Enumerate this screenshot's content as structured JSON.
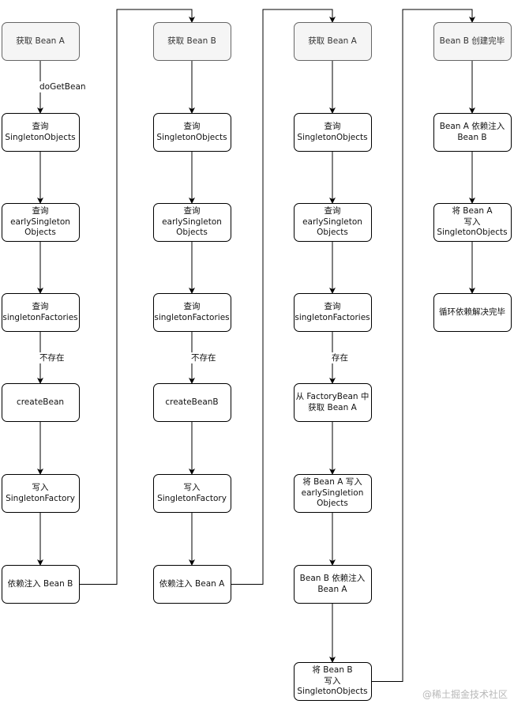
{
  "diagram": {
    "columns": [
      {
        "id": "col1",
        "nodes": [
          {
            "id": "c1n1",
            "label": "获取 Bean A",
            "kind": "start"
          },
          {
            "id": "c1n2",
            "label": "查询\nSingletonObjects",
            "kind": "process"
          },
          {
            "id": "c1n3",
            "label": "查询\nearlySingleton\nObjects",
            "kind": "process"
          },
          {
            "id": "c1n4",
            "label": "查询\nsingletonFactories",
            "kind": "process"
          },
          {
            "id": "c1n5",
            "label": "createBean",
            "kind": "process"
          },
          {
            "id": "c1n6",
            "label": "写入\nSingletonFactory",
            "kind": "process"
          },
          {
            "id": "c1n7",
            "label": "依赖注入 Bean B",
            "kind": "process"
          }
        ]
      },
      {
        "id": "col2",
        "nodes": [
          {
            "id": "c2n1",
            "label": "获取 Bean B",
            "kind": "start"
          },
          {
            "id": "c2n2",
            "label": "查询\nSingletonObjects",
            "kind": "process"
          },
          {
            "id": "c2n3",
            "label": "查询\nearlySingleton\nObjects",
            "kind": "process"
          },
          {
            "id": "c2n4",
            "label": "查询\nsingletonFactories",
            "kind": "process"
          },
          {
            "id": "c2n5",
            "label": "createBeanB",
            "kind": "process"
          },
          {
            "id": "c2n6",
            "label": "写入\nSingletonFactory",
            "kind": "process"
          },
          {
            "id": "c2n7",
            "label": "依赖注入 Bean A",
            "kind": "process"
          }
        ]
      },
      {
        "id": "col3",
        "nodes": [
          {
            "id": "c3n1",
            "label": "获取 Bean A",
            "kind": "start"
          },
          {
            "id": "c3n2",
            "label": "查询\nSingletonObjects",
            "kind": "process"
          },
          {
            "id": "c3n3",
            "label": "查询\nearlySingleton\nObjects",
            "kind": "process"
          },
          {
            "id": "c3n4",
            "label": "查询\nsingletonFactories",
            "kind": "process"
          },
          {
            "id": "c3n5",
            "label": "从 FactoryBean 中\n获取 Bean A",
            "kind": "process"
          },
          {
            "id": "c3n6",
            "label": "将 Bean A 写入\nearlySingletion\nObjects",
            "kind": "process"
          },
          {
            "id": "c3n7",
            "label": "Bean B 依赖注入\nBean A",
            "kind": "process"
          },
          {
            "id": "c3n8",
            "label": "将 Bean B\n写入\nSingletonObjects",
            "kind": "process"
          }
        ]
      },
      {
        "id": "col4",
        "nodes": [
          {
            "id": "c4n1",
            "label": "Bean B 创建完毕",
            "kind": "start"
          },
          {
            "id": "c4n2",
            "label": "Bean A 依赖注入\nBean B",
            "kind": "process"
          },
          {
            "id": "c4n3",
            "label": "将 Bean A\n写入\nSingletonObjects",
            "kind": "process"
          },
          {
            "id": "c4n4",
            "label": "循环依赖解决完毕",
            "kind": "process"
          }
        ]
      }
    ],
    "edges": [
      {
        "from": "c1n1",
        "to": "c1n2",
        "label": "doGetBean"
      },
      {
        "from": "c1n2",
        "to": "c1n3"
      },
      {
        "from": "c1n3",
        "to": "c1n4"
      },
      {
        "from": "c1n4",
        "to": "c1n5",
        "label": "不存在"
      },
      {
        "from": "c1n5",
        "to": "c1n6"
      },
      {
        "from": "c1n6",
        "to": "c1n7"
      },
      {
        "from": "c1n7",
        "to": "c2n1"
      },
      {
        "from": "c2n1",
        "to": "c2n2"
      },
      {
        "from": "c2n2",
        "to": "c2n3"
      },
      {
        "from": "c2n3",
        "to": "c2n4"
      },
      {
        "from": "c2n4",
        "to": "c2n5",
        "label": "不存在"
      },
      {
        "from": "c2n5",
        "to": "c2n6"
      },
      {
        "from": "c2n6",
        "to": "c2n7"
      },
      {
        "from": "c2n7",
        "to": "c3n1"
      },
      {
        "from": "c3n1",
        "to": "c3n2"
      },
      {
        "from": "c3n2",
        "to": "c3n3"
      },
      {
        "from": "c3n3",
        "to": "c3n4"
      },
      {
        "from": "c3n4",
        "to": "c3n5",
        "label": "存在"
      },
      {
        "from": "c3n5",
        "to": "c3n6"
      },
      {
        "from": "c3n6",
        "to": "c3n7"
      },
      {
        "from": "c3n7",
        "to": "c3n8"
      },
      {
        "from": "c3n8",
        "to": "c4n1"
      },
      {
        "from": "c4n1",
        "to": "c4n2"
      },
      {
        "from": "c4n2",
        "to": "c4n3"
      },
      {
        "from": "c4n3",
        "to": "c4n4"
      }
    ],
    "colors": {
      "start_fill": "#f5f5f5",
      "start_stroke": "#666666",
      "stroke": "#000000"
    }
  },
  "watermark": "@稀土掘金技术社区"
}
